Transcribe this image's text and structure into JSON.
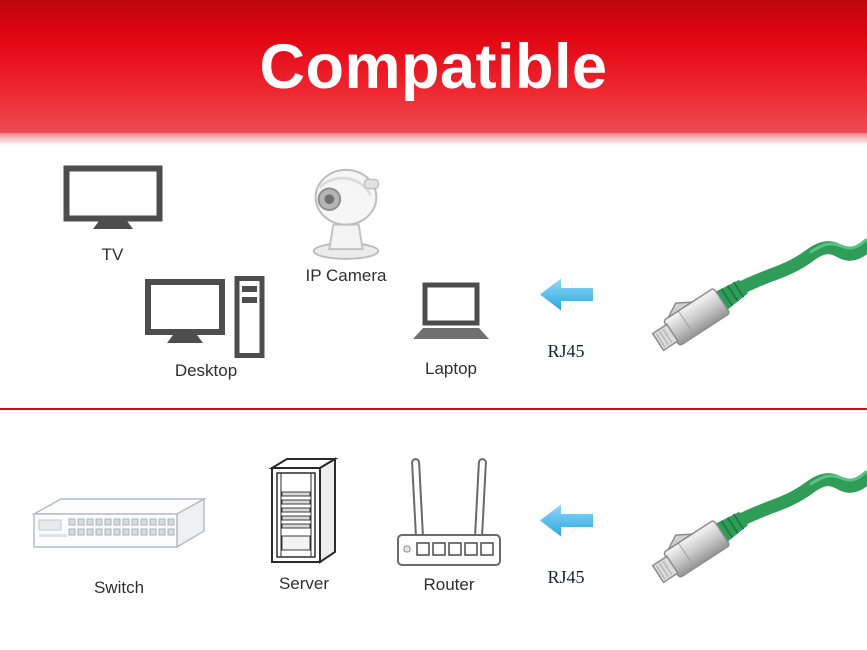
{
  "banner": {
    "title": "Compatible",
    "background_color": "#e30613",
    "text_color": "#ffffff"
  },
  "top_row": {
    "devices": [
      {
        "label": "TV",
        "icon": "tv-icon"
      },
      {
        "label": "IP Camera",
        "icon": "ip-camera-icon"
      },
      {
        "label": "Desktop",
        "icon": "desktop-icon"
      },
      {
        "label": "Laptop",
        "icon": "laptop-icon"
      }
    ],
    "arrow_icon": "arrow-left-icon",
    "arrow_color": "#45b1e6",
    "connector_label": "RJ45",
    "cable_icon": "rj45-cable-icon",
    "cable_color": "#2f9d58"
  },
  "bottom_row": {
    "devices": [
      {
        "label": "Switch",
        "icon": "switch-icon"
      },
      {
        "label": "Server",
        "icon": "server-icon"
      },
      {
        "label": "Router",
        "icon": "router-icon"
      }
    ],
    "arrow_icon": "arrow-left-icon",
    "arrow_color": "#45b1e6",
    "connector_label": "RJ45",
    "cable_icon": "rj45-cable-icon",
    "cable_color": "#2f9d58"
  },
  "divider_color": "#e30613"
}
